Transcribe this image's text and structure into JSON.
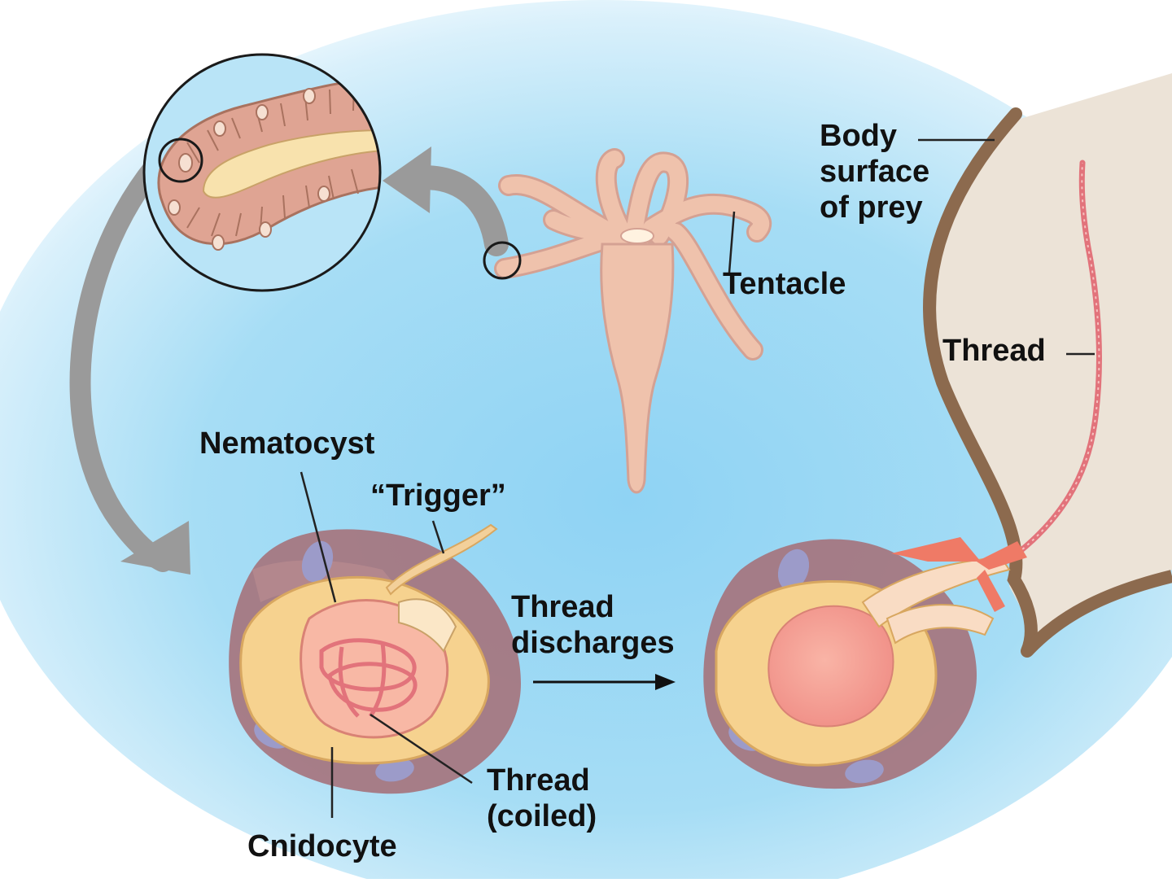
{
  "labels": {
    "body_surface": [
      "Body",
      "surface",
      "of prey"
    ],
    "tentacle": "Tentacle",
    "thread_right": "Thread",
    "nematocyst": "Nematocyst",
    "trigger": "“Trigger”",
    "thread_discharges": [
      "Thread",
      "discharges"
    ],
    "thread_coiled": [
      "Thread",
      "(coiled)"
    ],
    "cnidocyte": "Cnidocyte"
  },
  "colors": {
    "background_blue": "#9ad6f3",
    "tissue_brown": "#a5727b",
    "cell_yellow": "#f6d28f",
    "organism_pink": "#efc2ac",
    "thread_red": "#e2737b",
    "prey_body": "#ece3d7",
    "prey_outline": "#8c6a4e",
    "arrow_gray": "#9a9a9a",
    "nucleus_purple": "#9c9bc9"
  }
}
